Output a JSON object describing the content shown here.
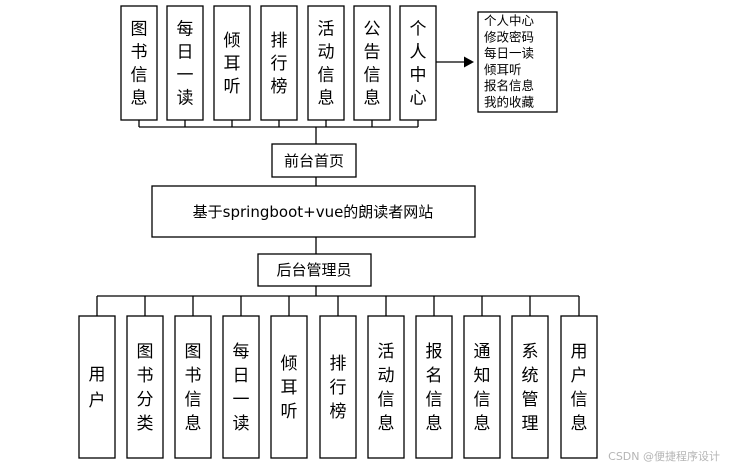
{
  "top_modules": [
    "图书信息",
    "每日一读",
    "倾耳听",
    "排行榜",
    "活动信息",
    "公告信息",
    "个人中心"
  ],
  "personal_center_items": [
    "个人中心",
    "修改密码",
    "每日一读",
    "倾耳听",
    "报名信息",
    "我的收藏"
  ],
  "front_label": "前台首页",
  "system_title": "基于springboot+vue的朗读者网站",
  "admin_label": "后台管理员",
  "bottom_modules": [
    "用户",
    "图书分类",
    "图书信息",
    "每日一读",
    "倾耳听",
    "排行榜",
    "活动信息",
    "报名信息",
    "通知信息",
    "系统管理",
    "用户信息"
  ],
  "watermark": "CSDN @便捷程序设计"
}
